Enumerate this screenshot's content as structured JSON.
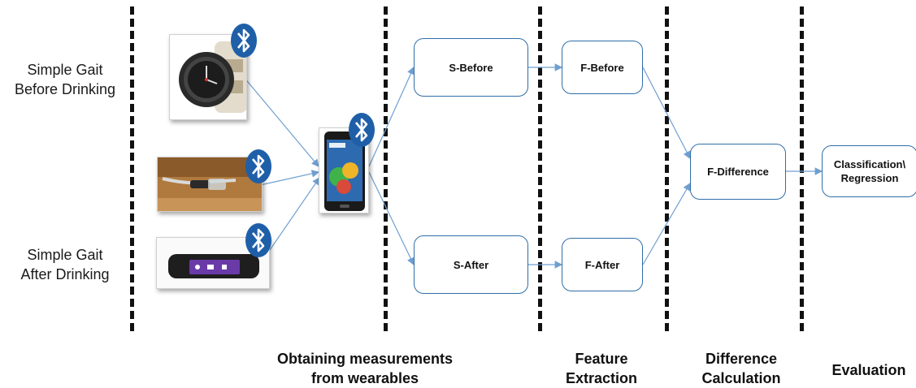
{
  "left_labels": {
    "before": [
      "Simple Gait",
      "Before Drinking"
    ],
    "after": [
      "Simple Gait",
      "After Drinking"
    ]
  },
  "stage_labels": {
    "obtaining": [
      "Obtaining measurements",
      "from wearables"
    ],
    "feature": [
      "Feature",
      "Extraction"
    ],
    "difference": [
      "Difference",
      "Calculation"
    ],
    "evaluation": "Evaluation"
  },
  "boxes": {
    "s_before": "S-Before",
    "s_after": "S-After",
    "f_before": "F-Before",
    "f_after": "F-After",
    "f_difference": "F-Difference",
    "classification": [
      "Classification\\",
      "Regression"
    ]
  },
  "icons": {
    "watch": "smartwatch-icon",
    "glass": "smart-glasses-icon",
    "band": "fitness-band-icon",
    "phone": "smartphone-icon",
    "bluetooth": "bluetooth-icon"
  },
  "colors": {
    "arrow": "#6f9fd0",
    "box_border": "#2f6ea8",
    "bluetooth": "#1f5fa8",
    "divider": "#111111"
  }
}
